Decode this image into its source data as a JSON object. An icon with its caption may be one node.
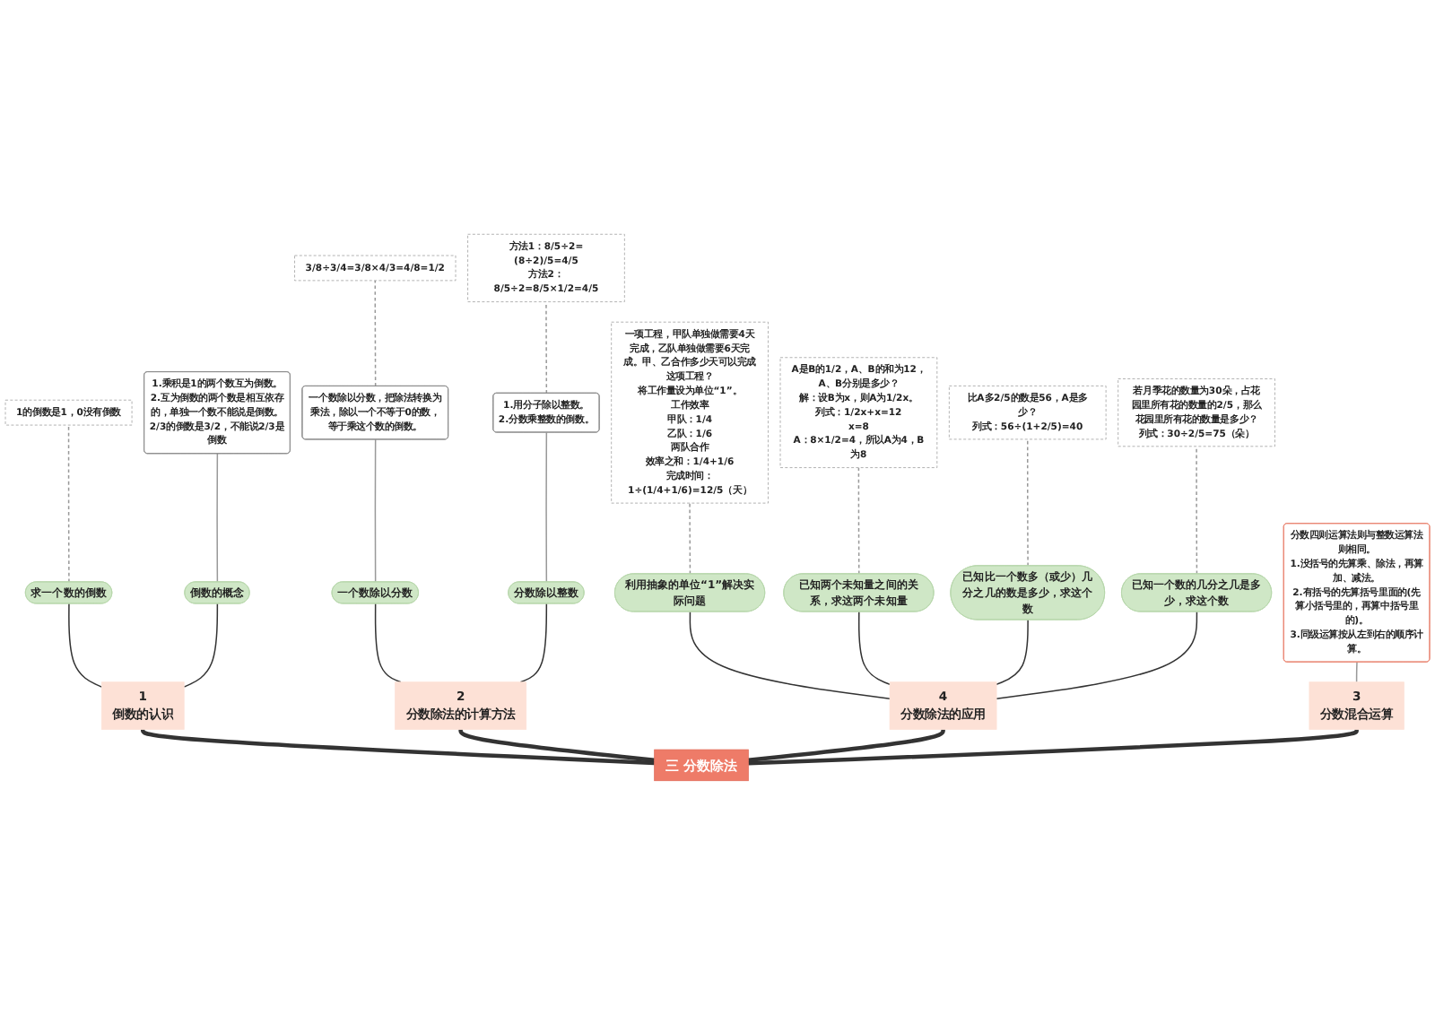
{
  "diagram": {
    "nodes": [
      {
        "text": [
          "三 分数除法"
        ]
      },
      {
        "text": [
          "1",
          "倒数的认识"
        ]
      },
      {
        "text": [
          "2",
          "分数除法的计算方法"
        ]
      },
      {
        "text": [
          "3",
          "分数混合运算"
        ]
      },
      {
        "text": [
          "4",
          "分数除法的应用"
        ]
      },
      {
        "text": [
          "求一个数的倒数"
        ]
      },
      {
        "text": [
          "倒数的概念"
        ]
      },
      {
        "text": [
          "一个数除以分数"
        ]
      },
      {
        "text": [
          "分数除以整数"
        ]
      },
      {
        "text": [
          "利用抽象的单位“1”解决实际问题"
        ]
      },
      {
        "text": [
          "已知两个未知量之间的关系，求这两个未知量"
        ]
      },
      {
        "text": [
          "已知比一个数多（或少）几分之几的数是多少，求这个数"
        ]
      },
      {
        "text": [
          "已知一个数的几分之几是多少，求这个数"
        ]
      },
      {
        "text": [
          "1的倒数是1，0没有倒数"
        ]
      },
      {
        "text": [
          "1.乘积是1的两个数互为倒数。",
          "2.互为倒数的两个数是相互依存的，单独一个数不能说是倒数。",
          "2/3的倒数是3/2，不能说2/3是倒数"
        ]
      },
      {
        "text": [
          "一个数除以分数，把除法转换为乘法，除以一个不等于0的数，等于乘这个数的倒数。"
        ]
      },
      {
        "text": [
          "3/8÷3/4=3/8×4/3=4/8=1/2"
        ]
      },
      {
        "text": [
          "1.用分子除以整数。",
          "2.分数乘整数的倒数。"
        ]
      },
      {
        "text": [
          "方法1：8/5÷2=(8÷2)/5=4/5",
          "方法2：8/5÷2=8/5×1/2=4/5"
        ]
      },
      {
        "text": [
          "分数四则运算法则与整数运算法则相同。",
          "1.没括号的先算乘、除法，再算加、减法。",
          "2.有括号的先算括号里面的(先算小括号里的，再算中括号里的)。",
          "3.同级运算按从左到右的顺序计算。"
        ]
      },
      {
        "text": [
          "一项工程，甲队单独做需要4天完成，乙队单独做需要6天完成。甲、乙合作多少天可以完成这项工程？",
          "将工作量设为单位“1”。",
          "工作效率",
          "甲队：1/4",
          "乙队：1/6",
          "两队合作",
          "效率之和：1/4+1/6",
          "完成时间：1÷(1/4+1/6)=12/5（天）"
        ]
      },
      {
        "text": [
          "A是B的1/2，A、B的和为12，A、B分别是多少？",
          "解：设B为x，则A为1/2x。",
          "列式：1/2x+x=12",
          "x=8",
          "A：8×1/2=4，所以A为4，B为8"
        ]
      },
      {
        "text": [
          "比A多2/5的数是56，A是多少？",
          "列式：56÷(1+2/5)=40"
        ]
      },
      {
        "text": [
          "若月季花的数量为30朵，占花园里所有花的数量的2/5，那么花园里所有花的数量是多少？",
          "列式：30÷2/5=75（朵）"
        ]
      }
    ],
    "edges": [
      {
        "from": 0,
        "to": 1,
        "arrow": "none",
        "style": "thick"
      },
      {
        "from": 0,
        "to": 2,
        "arrow": "none",
        "style": "thick"
      },
      {
        "from": 0,
        "to": 3,
        "arrow": "none",
        "style": "thick"
      },
      {
        "from": 0,
        "to": 4,
        "arrow": "none",
        "style": "thick"
      },
      {
        "from": 1,
        "to": 5,
        "arrow": "none"
      },
      {
        "from": 1,
        "to": 6,
        "arrow": "none"
      },
      {
        "from": 2,
        "to": 7,
        "arrow": "none"
      },
      {
        "from": 2,
        "to": 8,
        "arrow": "none"
      },
      {
        "from": 4,
        "to": 9,
        "arrow": "none"
      },
      {
        "from": 4,
        "to": 10,
        "arrow": "none"
      },
      {
        "from": 4,
        "to": 11,
        "arrow": "none"
      },
      {
        "from": 4,
        "to": 12,
        "arrow": "none"
      },
      {
        "from": 5,
        "to": 13,
        "arrow": "none",
        "style": "dashed",
        "color": "#999999"
      },
      {
        "from": 6,
        "to": 14,
        "arrow": "none",
        "color": "#999999"
      },
      {
        "from": 7,
        "to": 15,
        "arrow": "none",
        "color": "#999999"
      },
      {
        "from": 15,
        "to": 16,
        "arrow": "none",
        "style": "dashed",
        "color": "#999999"
      },
      {
        "from": 8,
        "to": 17,
        "arrow": "none",
        "color": "#999999"
      },
      {
        "from": 17,
        "to": 18,
        "arrow": "none",
        "style": "dashed",
        "color": "#999999"
      },
      {
        "from": 3,
        "to": 19,
        "arrow": "none",
        "color": "#999999"
      },
      {
        "from": 9,
        "to": 20,
        "arrow": "none",
        "style": "dashed",
        "color": "#999999"
      },
      {
        "from": 10,
        "to": 21,
        "arrow": "none",
        "style": "dashed",
        "color": "#999999"
      },
      {
        "from": 11,
        "to": 22,
        "arrow": "none",
        "style": "dashed",
        "color": "#999999"
      },
      {
        "from": 12,
        "to": 23,
        "arrow": "none",
        "style": "dashed",
        "color": "#999999"
      }
    ]
  }
}
